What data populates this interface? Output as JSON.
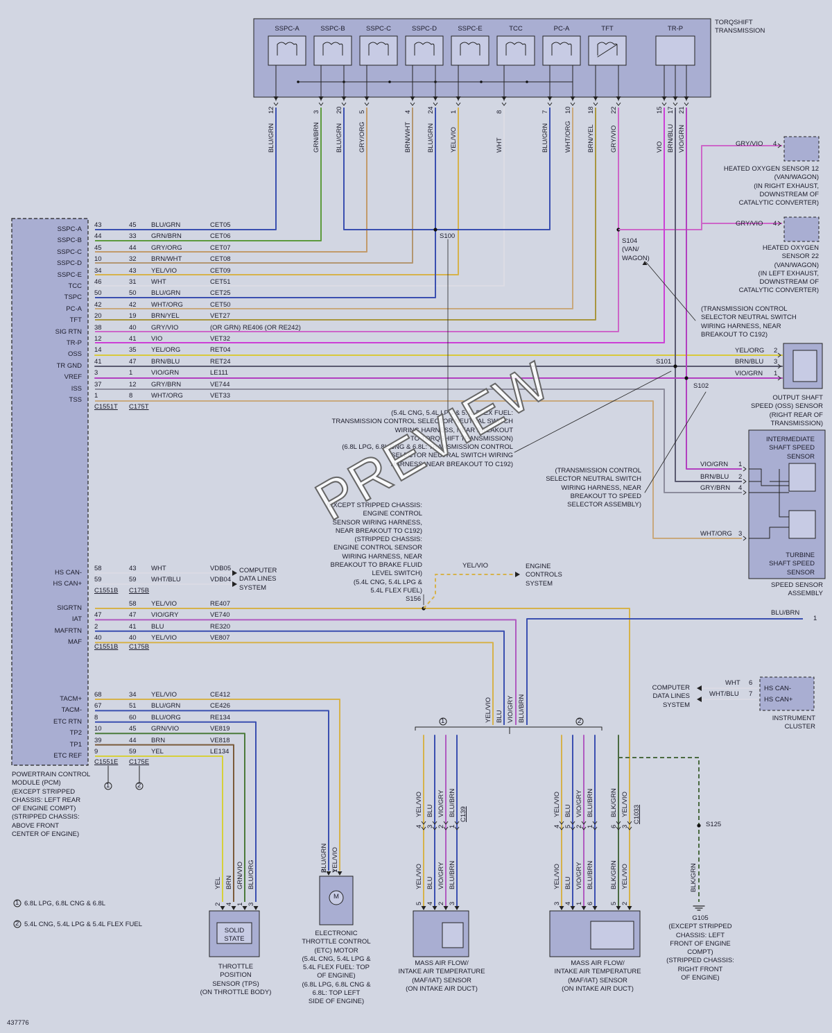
{
  "diagram_id": "437776",
  "watermark": "PREVIEW",
  "transmission": {
    "title": "TORQSHIFT\nTRANSMISSION",
    "components": [
      "SSPC-A",
      "SSPC-B",
      "SSPC-C",
      "SSPC-D",
      "SSPC-E",
      "TCC",
      "PC-A",
      "TFT",
      "TR-P"
    ]
  },
  "trans_wires": [
    {
      "pin": "12",
      "color": "BLU/GRN"
    },
    {
      "pin": "3",
      "color": "GRN/BRN"
    },
    {
      "pin": "20",
      "color": "BLU/GRN"
    },
    {
      "pin": "5",
      "color": "GRY/ORG"
    },
    {
      "pin": "4",
      "color": "BRN/WHT"
    },
    {
      "pin": "24",
      "color": "BLU/GRN"
    },
    {
      "pin": "1",
      "color": "YEL/VIO"
    },
    {
      "pin": "8",
      "color": "WHT"
    },
    {
      "pin": "7",
      "color": "BLU/GRN"
    },
    {
      "pin": "10",
      "color": "WHT/ORG"
    },
    {
      "pin": "18",
      "color": "BRN/YEL"
    },
    {
      "pin": "22",
      "color": "GRY/VIO"
    },
    {
      "pin": "15",
      "color": "VIO"
    },
    {
      "pin": "17",
      "color": "BRN/BLU"
    },
    {
      "pin": "21",
      "color": "VIO/GRN"
    }
  ],
  "pcm": {
    "description": "POWERTRAIN CONTROL\nMODULE (PCM)\n(EXCEPT STRIPPED\nCHASSIS: LEFT REAR\nOF ENGINE COMPT)\n(STRIPPED CHASSIS:\nABOVE FRONT\nCENTER OF ENGINE)",
    "group1": [
      {
        "name": "SSPC-A",
        "p1": "43",
        "p2": "45",
        "color": "BLU/GRN",
        "circuit": "CET05"
      },
      {
        "name": "SSPC-B",
        "p1": "44",
        "p2": "33",
        "color": "GRN/BRN",
        "circuit": "CET06"
      },
      {
        "name": "SSPC-C",
        "p1": "45",
        "p2": "44",
        "color": "GRY/ORG",
        "circuit": "CET07"
      },
      {
        "name": "SSPC-D",
        "p1": "10",
        "p2": "32",
        "color": "BRN/WHT",
        "circuit": "CET08"
      },
      {
        "name": "SSPC-E",
        "p1": "34",
        "p2": "43",
        "color": "YEL/VIO",
        "circuit": "CET09"
      },
      {
        "name": "TCC",
        "p1": "46",
        "p2": "31",
        "color": "WHT",
        "circuit": "CET51"
      },
      {
        "name": "TSPC",
        "p1": "50",
        "p2": "50",
        "color": "BLU/GRN",
        "circuit": "CET25"
      },
      {
        "name": "PC-A",
        "p1": "42",
        "p2": "42",
        "color": "WHT/ORG",
        "circuit": "CET50"
      },
      {
        "name": "TFT",
        "p1": "20",
        "p2": "19",
        "color": "BRN/YEL",
        "circuit": "VET27"
      },
      {
        "name": "SIG RTN",
        "p1": "38",
        "p2": "40",
        "color": "GRY/VIO",
        "circuit": "(OR GRN)   RE406   (OR RE242)"
      },
      {
        "name": "TR-P",
        "p1": "12",
        "p2": "41",
        "color": "VIO",
        "circuit": "VET32"
      },
      {
        "name": "OSS",
        "p1": "14",
        "p2": "35",
        "color": "YEL/ORG",
        "circuit": "RET04"
      },
      {
        "name": "TR GND",
        "p1": "41",
        "p2": "47",
        "color": "BRN/BLU",
        "circuit": "RET24"
      },
      {
        "name": "VREF",
        "p1": "3",
        "p2": "1",
        "color": "VIO/GRN",
        "circuit": "LE111"
      },
      {
        "name": "ISS",
        "p1": "37",
        "p2": "12",
        "color": "GRY/BRN",
        "circuit": "VE744"
      },
      {
        "name": "TSS",
        "p1": "1",
        "p2": "8",
        "color": "WHT/ORG",
        "circuit": "VET33"
      }
    ],
    "group1_connectors": [
      "C1551T",
      "C175T"
    ],
    "group2": [
      {
        "name": "HS CAN-",
        "p1": "58",
        "p2": "43",
        "color": "WHT",
        "circuit": "VDB05"
      },
      {
        "name": "HS CAN+",
        "p1": "59",
        "p2": "59",
        "color": "WHT/BLU",
        "circuit": "VDB04"
      }
    ],
    "group2_connectors": [
      "C1551B",
      "C175B"
    ],
    "group3": [
      {
        "name": "SIGRTN",
        "p1": "",
        "p2": "58",
        "color": "YEL/VIO",
        "circuit": "RE407"
      },
      {
        "name": "IAT",
        "p1": "47",
        "p2": "47",
        "color": "VIO/GRY",
        "circuit": "VE740"
      },
      {
        "name": "MAFRTN",
        "p1": "2",
        "p2": "41",
        "color": "BLU",
        "circuit": "RE320"
      },
      {
        "name": "MAF",
        "p1": "40",
        "p2": "40",
        "color": "YEL/VIO",
        "circuit": "VE807"
      }
    ],
    "group3_connectors": [
      "C1551B",
      "C175B"
    ],
    "group4": [
      {
        "name": "TACM+",
        "p1": "68",
        "p2": "34",
        "color": "YEL/VIO",
        "circuit": "CE412"
      },
      {
        "name": "TACM-",
        "p1": "67",
        "p2": "51",
        "color": "BLU/GRN",
        "circuit": "CE426"
      },
      {
        "name": "ETC RTN",
        "p1": "8",
        "p2": "60",
        "color": "BLU/ORG",
        "circuit": "RE134"
      },
      {
        "name": "TP2",
        "p1": "10",
        "p2": "45",
        "color": "GRN/VIO",
        "circuit": "VE819"
      },
      {
        "name": "TP1",
        "p1": "39",
        "p2": "44",
        "color": "BRN",
        "circuit": "VE818"
      },
      {
        "name": "ETC REF",
        "p1": "9",
        "p2": "59",
        "color": "YEL",
        "circuit": "LE134"
      }
    ],
    "group4_connectors": [
      "C1551E",
      "C175E"
    ],
    "callouts": [
      "1",
      "2"
    ]
  },
  "splices": {
    "s100": "S100",
    "s104": "S104\n(VAN/\nWAGON)",
    "s101": "S101",
    "s102": "S102",
    "s156": "S156",
    "s125": "S125"
  },
  "ho2s12": {
    "wire": "GRY/VIO",
    "pin": "4",
    "label": "HEATED OXYGEN SENSOR 12\n(VAN/WAGON)\n(IN RIGHT EXHAUST,\nDOWNSTREAM OF\nCATALYTIC CONVERTER)"
  },
  "ho2s22": {
    "wire": "GRY/VIO",
    "pin": "4",
    "label": "HEATED OXYGEN\nSENSOR 22\n(VAN/WAGON)\n(IN LEFT EXHAUST,\nDOWNSTREAM OF\nCATALYTIC CONVERTER)"
  },
  "oss_sensor": {
    "wires": [
      {
        "color": "YEL/ORG",
        "pin": "2"
      },
      {
        "color": "BRN/BLU",
        "pin": "3"
      },
      {
        "color": "VIO/GRN",
        "pin": "1"
      }
    ],
    "label": "OUTPUT SHAFT\nSPEED (OSS) SENSOR\n(RIGHT REAR OF\nTRANSMISSION)"
  },
  "speed_sensor_assembly": {
    "wires": [
      {
        "color": "VIO/GRN",
        "pin": "1"
      },
      {
        "color": "BRN/BLU",
        "pin": "2"
      },
      {
        "color": "GRY/BRN",
        "pin": "4"
      },
      {
        "color": "WHT/ORG",
        "pin": "3"
      }
    ],
    "iss_label": "INTERMEDIATE\nSHAFT SPEED\nSENSOR",
    "tss_label": "TURBINE\nSHAFT SPEED\nSENSOR",
    "label": "SPEED SENSOR\nASSEMBLY"
  },
  "notes": {
    "tcsn_c192": "(TRANSMISSION CONTROL\nSELECTOR NEUTRAL SWITCH\nWIRING HARNESS, NEAR\nBREAKOUT TO C192)",
    "flex_fuel": "(5.4L CNG, 5.4L LPG & 5.4L FLEX FUEL:\nTRANSMISSION CONTROL SELECTOR NEUTRAL SWITCH\nWIRING HARNESS, NEAR BREAKOUT\nTO TORQSHIFT TRANSMISSION)\n(6.8L LPG, 6.8L CNG & 6.8L: TRANSMISSION CONTROL\nSELECTOR NEUTRAL SWITCH WIRING\nHARNESS, NEAR BREAKOUT TO C192)",
    "speed_selector": "(TRANSMISSION CONTROL\nSELECTOR NEUTRAL SWITCH\nWIRING HARNESS, NEAR\nBREAKOUT TO SPEED\nSELECTOR ASSEMBLY)",
    "stripped": "(EXCEPT STRIPPED CHASSIS:\nENGINE CONTROL\nSENSOR WIRING HARNESS,\nNEAR BREAKOUT TO C192)\n(STRIPPED CHASSIS:\nENGINE CONTROL SENSOR\nWIRING HARNESS, NEAR\nBREAKOUT TO BRAKE FLUID\nLEVEL SWITCH)\n(5.4L CNG, 5.4L LPG &\n5.4L FLEX FUEL)"
  },
  "computer_data_lines": "COMPUTER\nDATA LINES\nSYSTEM",
  "engine_controls": {
    "wire": "YEL/VIO",
    "label": "ENGINE\nCONTROLS\nSYSTEM"
  },
  "blu_brn": {
    "color": "BLU/BRN",
    "pin": "1"
  },
  "instrument_cluster": {
    "label": "COMPUTER\nDATA LINES\nSYSTEM",
    "wires": [
      {
        "color": "WHT",
        "pin": "6"
      },
      {
        "color": "WHT/BLU",
        "pin": "7"
      }
    ],
    "pins": [
      "HS CAN-",
      "HS CAN+"
    ],
    "name": "INSTRUMENT\nCLUSTER"
  },
  "bundle_wires": [
    "YEL/VIO",
    "BLU",
    "VIO/GRY",
    "BLU/BRN"
  ],
  "maf1": {
    "upper": [
      {
        "pin": "4",
        "color": "YEL/VIO"
      },
      {
        "pin": "3",
        "color": "BLU"
      },
      {
        "pin": "2",
        "color": "VIO/GRY"
      },
      {
        "pin": "1",
        "color": "BLU/BRN"
      }
    ],
    "connector": "C139",
    "lower": [
      {
        "pin": "5",
        "color": "YEL/VIO"
      },
      {
        "pin": "4",
        "color": "BLU"
      },
      {
        "pin": "2",
        "color": "VIO/GRY"
      },
      {
        "pin": "3",
        "color": "BLU/BRN"
      }
    ],
    "label": "MASS AIR FLOW/\nINTAKE AIR TEMPERATURE\n(MAF/IAT) SENSOR\n(ON INTAKE AIR DUCT)"
  },
  "maf2": {
    "upper": [
      {
        "pin": "4",
        "color": "YEL/VIO"
      },
      {
        "pin": "5",
        "color": "BLU"
      },
      {
        "pin": "2",
        "color": "VIO/GRY"
      },
      {
        "pin": "1",
        "color": "BLU/BRN"
      },
      {
        "pin": "6",
        "color": "BLK/GRN"
      },
      {
        "pin": "3",
        "color": "YEL/VIO"
      }
    ],
    "connector": "C1033",
    "lower": [
      {
        "pin": "3",
        "color": "YEL/VIO"
      },
      {
        "pin": "4",
        "color": "BLU"
      },
      {
        "pin": "1",
        "color": "VIO/GRY"
      },
      {
        "pin": "6",
        "color": "BLU/BRN"
      },
      {
        "pin": "5",
        "color": "BLK/GRN"
      },
      {
        "pin": "2",
        "color": "YEL/VIO"
      }
    ],
    "label": "MASS AIR FLOW/\nINTAKE AIR TEMPERATURE\n(MAF/IAT) SENSOR\n(ON INTAKE AIR DUCT)"
  },
  "tps": {
    "wires": [
      {
        "color": "YEL",
        "pin": "2"
      },
      {
        "color": "BRN",
        "pin": "4"
      },
      {
        "color": "GRN/VIO",
        "pin": "1"
      },
      {
        "color": "BLU/ORG",
        "pin": "3"
      }
    ],
    "state": "SOLID\nSTATE",
    "label": "THROTTLE\nPOSITION\nSENSOR (TPS)\n(ON THROTTLE BODY)"
  },
  "etc_motor": {
    "wires": [
      {
        "color": "BLU/GRN",
        "pin": "2"
      },
      {
        "color": "YEL/VIO",
        "pin": "1"
      }
    ],
    "symbol": "M",
    "label": "ELECTRONIC\nTHROTTLE CONTROL\n(ETC) MOTOR\n(5.4L CNG, 5.4L LPG &\n5.4L FLEX FUEL: TOP\nOF ENGINE)\n(6.8L LPG, 6.8L CNG &\n6.8L: TOP LEFT\nSIDE OF ENGINE)"
  },
  "ground": {
    "wire": "BLK/GRN",
    "label": "G105\n(EXCEPT STRIPPED\nCHASSIS: LEFT\nFRONT OF ENGINE\nCOMPT)\n(STRIPPED CHASSIS:\nRIGHT FRONT\nOF ENGINE)"
  },
  "legend": [
    {
      "num": "1",
      "text": "6.8L LPG, 6.8L CNG & 6.8L"
    },
    {
      "num": "2",
      "text": "5.4L CNG, 5.4L LPG & 5.4L FLEX FUEL"
    }
  ],
  "wire_colors": {
    "BLU/GRN": "#3a4fb0",
    "GRN/BRN": "#5c9a3c",
    "GRY/ORG": "#c29a6a",
    "BRN/WHT": "#b39670",
    "YEL/VIO": "#d6b24a",
    "WHT": "#dcdce4",
    "WHT/ORG": "#c8a87c",
    "BRN/YEL": "#a8963e",
    "GRY/VIO": "#cc66c8",
    "VIO": "#cc3fd6",
    "YEL/ORG": "#d8c93a",
    "BRN/BLU": "#5a5a70",
    "VIO/GRN": "#b23fc0",
    "GRY/BRN": "#8c8c9c",
    "VIO/GRY": "#b05ac0",
    "BLU": "#3a4fb0",
    "BLU/BRN": "#3a4fb0",
    "BLU/ORG": "#3a4fb0",
    "GRN/VIO": "#4a7a3a",
    "BRN": "#7a5a3a",
    "YEL": "#d6d03a",
    "BLK/GRN": "#4a6a40",
    "WHT/BLU": "#dcdce4"
  }
}
